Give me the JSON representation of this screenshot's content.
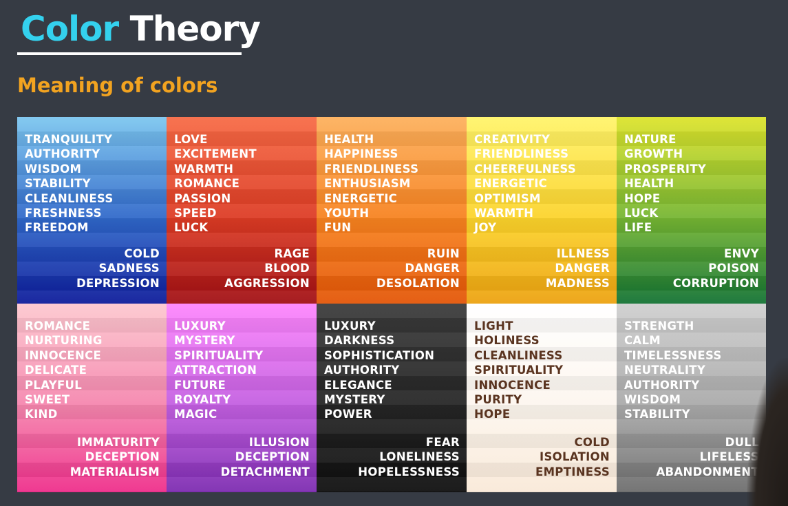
{
  "header": {
    "title_word1": "Color",
    "title_word2": "Theory",
    "subtitle": "Meaning of colors"
  },
  "colors": {
    "title_accent": "#34d1ee",
    "subtitle": "#f2a320",
    "background": "#363b44"
  },
  "cells": [
    {
      "name": "blue",
      "gradient": [
        "#7cc6ef",
        "#2f67c9",
        "#0d1b9a"
      ],
      "text_color": "#ffffff",
      "positive": [
        "TRANQUILITY",
        "AUTHORITY",
        "WISDOM",
        "STABILITY",
        "CLEANLINESS",
        "FRESHNESS",
        "FREEDOM"
      ],
      "negative": [
        "COLD",
        "SADNESS",
        "DEPRESSION"
      ]
    },
    {
      "name": "red",
      "gradient": [
        "#f76a45",
        "#dc3b24",
        "#a10f14"
      ],
      "text_color": "#ffffff",
      "positive": [
        "LOVE",
        "EXCITEMENT",
        "WARMTH",
        "ROMANCE",
        "PASSION",
        "SPEED",
        "LUCK"
      ],
      "negative": [
        "RAGE",
        "BLOOD",
        "AGGRESSION"
      ]
    },
    {
      "name": "orange",
      "gradient": [
        "#fdb05c",
        "#f7821f",
        "#e35507"
      ],
      "text_color": "#ffffff",
      "positive": [
        "HEALTH",
        "HAPPINESS",
        "FRIENDLINESS",
        "ENTHUSIASM",
        "ENERGETIC",
        "YOUTH",
        "FUN"
      ],
      "negative": [
        "RUIN",
        "DANGER",
        "DESOLATION"
      ]
    },
    {
      "name": "yellow",
      "gradient": [
        "#fff46a",
        "#fcd32b",
        "#eca210"
      ],
      "text_color": "#ffffff",
      "positive": [
        "CREATIVITY",
        "FRIENDLINESS",
        "CHEERFULNESS",
        "ENERGETIC",
        "OPTIMISM",
        "WARMTH",
        "JOY"
      ],
      "negative": [
        "ILLNESS",
        "DANGER",
        "MADNESS"
      ]
    },
    {
      "name": "green",
      "gradient": [
        "#dde32b",
        "#74b533",
        "#127233"
      ],
      "text_color": "#ffffff",
      "positive": [
        "NATURE",
        "GROWTH",
        "PROSPERITY",
        "HEALTH",
        "HOPE",
        "LUCK",
        "LIFE"
      ],
      "negative": [
        "ENVY",
        "POISON",
        "CORRUPTION"
      ]
    },
    {
      "name": "pink",
      "gradient": [
        "#fdc8cf",
        "#f584ad",
        "#ee2d8a"
      ],
      "text_color": "#ffffff",
      "positive": [
        "ROMANCE",
        "NURTURING",
        "INNOCENCE",
        "DELICATE",
        "PLAYFUL",
        "SWEET",
        "KIND"
      ],
      "negative": [
        "IMMATURITY",
        "DECEPTION",
        "MATERIALISM"
      ]
    },
    {
      "name": "purple",
      "gradient": [
        "#fe86fd",
        "#c25ee0",
        "#7c2bb0"
      ],
      "text_color": "#ffffff",
      "positive": [
        "LUXURY",
        "MYSTERY",
        "SPIRITUALITY",
        "ATTRACTION",
        "FUTURE",
        "ROYALTY",
        "MAGIC"
      ],
      "negative": [
        "ILLUSION",
        "DECEPTION",
        "DETACHMENT"
      ]
    },
    {
      "name": "black",
      "gradient": [
        "#3b3b3b",
        "#252525",
        "#0e0e0e"
      ],
      "text_color": "#ffffff",
      "positive": [
        "LUXURY",
        "DARKNESS",
        "SOPHISTICATION",
        "AUTHORITY",
        "ELEGANCE",
        "MYSTERY",
        "POWER"
      ],
      "negative": [
        "FEAR",
        "LONELINESS",
        "HOPELESSNESS"
      ]
    },
    {
      "name": "white",
      "gradient": [
        "#ffffff",
        "#fdf6ee",
        "#f9e9d8"
      ],
      "text_color": "#5a3420",
      "positive": [
        "LIGHT",
        "HOLINESS",
        "CLEANLINESS",
        "SPIRITUALITY",
        "INNOCENCE",
        "PURITY",
        "HOPE"
      ],
      "negative": [
        "COLD",
        "ISOLATION",
        "EMPTINESS"
      ]
    },
    {
      "name": "gray",
      "gradient": [
        "#cfcfcf",
        "#a9a9a9",
        "#6d6d6d"
      ],
      "text_color": "#ffffff",
      "positive": [
        "STRENGTH",
        "CALM",
        "TIMELESSNESS",
        "NEUTRALITY",
        "AUTHORITY",
        "WISDOM",
        "STABILITY"
      ],
      "negative": [
        "DULL",
        "LIFELESS",
        "ABANDONMENT"
      ]
    }
  ]
}
